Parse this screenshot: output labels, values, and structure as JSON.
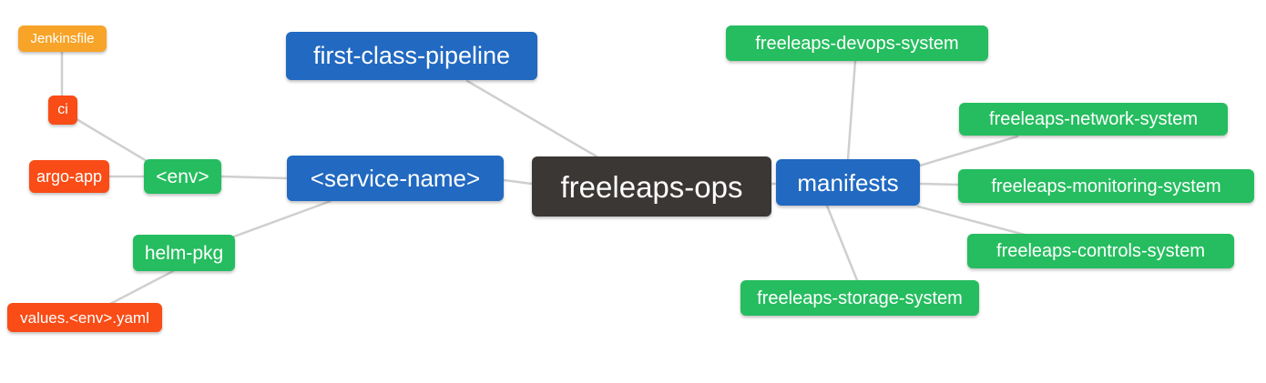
{
  "diagram": {
    "type": "mindmap",
    "root_label": "freeleaps-ops"
  },
  "palette": {
    "blue": "#2169c1",
    "green": "#25bd5f",
    "red": "#f94c16",
    "amber": "#f7a428",
    "root_dark": "#3b3735",
    "link_gray": "#cfcfcf",
    "text": "#ffffff",
    "background": "#ffffff"
  },
  "nodes": [
    {
      "id": "jenkinsfile",
      "label": "Jenkinsfile",
      "color": "amber"
    },
    {
      "id": "ci",
      "label": "ci",
      "color": "red"
    },
    {
      "id": "argo-app",
      "label": "argo-app",
      "color": "red"
    },
    {
      "id": "env",
      "label": "<env>",
      "color": "green"
    },
    {
      "id": "helm-pkg",
      "label": "helm-pkg",
      "color": "green"
    },
    {
      "id": "values-env-yaml",
      "label": "values.<env>.yaml",
      "color": "red"
    },
    {
      "id": "first-class-pipeline",
      "label": "first-class-pipeline",
      "color": "blue"
    },
    {
      "id": "service-name",
      "label": "<service-name>",
      "color": "blue"
    },
    {
      "id": "freeleaps-ops",
      "label": "freeleaps-ops",
      "color": "dark",
      "role": "root"
    },
    {
      "id": "manifests",
      "label": "manifests",
      "color": "blue"
    },
    {
      "id": "freeleaps-devops-system",
      "label": "freeleaps-devops-system",
      "color": "green"
    },
    {
      "id": "freeleaps-network-system",
      "label": "freeleaps-network-system",
      "color": "green"
    },
    {
      "id": "freeleaps-monitoring-system",
      "label": "freeleaps-monitoring-system",
      "color": "green"
    },
    {
      "id": "freeleaps-controls-system",
      "label": "freeleaps-controls-system",
      "color": "green"
    },
    {
      "id": "freeleaps-storage-system",
      "label": "freeleaps-storage-system",
      "color": "green"
    }
  ],
  "edges": [
    {
      "from": "jenkinsfile",
      "to": "ci"
    },
    {
      "from": "ci",
      "to": "env"
    },
    {
      "from": "argo-app",
      "to": "env"
    },
    {
      "from": "env",
      "to": "service-name"
    },
    {
      "from": "service-name",
      "to": "helm-pkg"
    },
    {
      "from": "helm-pkg",
      "to": "values-env-yaml"
    },
    {
      "from": "first-class-pipeline",
      "to": "freeleaps-ops"
    },
    {
      "from": "service-name",
      "to": "freeleaps-ops"
    },
    {
      "from": "freeleaps-ops",
      "to": "manifests"
    },
    {
      "from": "manifests",
      "to": "freeleaps-devops-system"
    },
    {
      "from": "manifests",
      "to": "freeleaps-network-system"
    },
    {
      "from": "manifests",
      "to": "freeleaps-monitoring-system"
    },
    {
      "from": "manifests",
      "to": "freeleaps-controls-system"
    },
    {
      "from": "manifests",
      "to": "freeleaps-storage-system"
    }
  ]
}
